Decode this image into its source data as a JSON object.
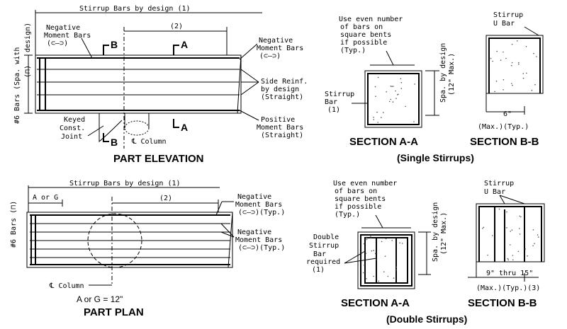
{
  "elevation": {
    "stirrup_label": "Stirrup Bars by design (1)",
    "bars_label": "#6 Bars (Spa. with",
    "design_label": "design)",
    "bracket_label": "(⊓)",
    "neg_moment_1": "Negative",
    "neg_moment_2": "Moment Bars",
    "neg_moment_sym": "(⊂—⊃)",
    "dim2": "(2)",
    "cut_b": "B",
    "cut_a": "A",
    "neg_r1": "Negative",
    "neg_r2": "Moment Bars",
    "neg_r_sym": "(⊂—⊃)",
    "side_1": "Side Reinf.",
    "side_2": "by design",
    "side_3": "(Straight)",
    "pos_1": "Positive",
    "pos_2": "Moment Bars",
    "pos_3": "(Straight)",
    "keyed_1": "Keyed",
    "keyed_2": "Const.",
    "keyed_3": "Joint",
    "column": "℄ Column",
    "title": "PART ELEVATION"
  },
  "single": {
    "note_1": "Use even number",
    "note_2": "of bars on",
    "note_3": "square bents",
    "note_4": "if possible",
    "note_5": "(Typ.)",
    "stirrup_1": "Stirrup",
    "stirrup_2": "Bar",
    "stirrup_3": "(1)",
    "spa_1": "Spa. by design",
    "spa_2": "(12\" Max.)",
    "sec_a": "SECTION A-A",
    "ubar_1": "Stirrup",
    "ubar_2": "U Bar",
    "dim_6": "6\"",
    "maxtyp": "(Max.)(Typ.)",
    "sec_b": "SECTION B-B",
    "caption": "(Single Stirrups)"
  },
  "plan": {
    "stirrup_label": "Stirrup Bars by design (1)",
    "bars_label": "#6 Bars (⊓)",
    "aorg": "A or G",
    "dim2": "(2)",
    "neg1_1": "Negative",
    "neg1_2": "Moment Bars",
    "neg1_3": "(⊂—⊃)(Typ.)",
    "neg2_1": "Negative",
    "neg2_2": "Moment Bars",
    "neg2_3": "(⊂—⊃)(Typ.)",
    "column": "℄ Column",
    "note": "A or G = 12\"",
    "title": "PART PLAN"
  },
  "double": {
    "note_1": "Use even number",
    "note_2": "of bars on",
    "note_3": "square bents",
    "note_4": "if possible",
    "note_5": "(Typ.)",
    "dbl_1": "Double",
    "dbl_2": "Stirrup",
    "dbl_3": "Bar",
    "dbl_4": "required",
    "dbl_5": "(1)",
    "spa_1": "Spa. by design",
    "spa_2": "(12\" Max.)",
    "sec_a": "SECTION A-A",
    "ubar_1": "Stirrup",
    "ubar_2": "U Bar",
    "dim_9": "9\" thru 15\"",
    "maxtyp": "(Max.)(Typ.)(3)",
    "sec_b": "SECTION B-B",
    "caption": "(Double Stirrups)"
  }
}
